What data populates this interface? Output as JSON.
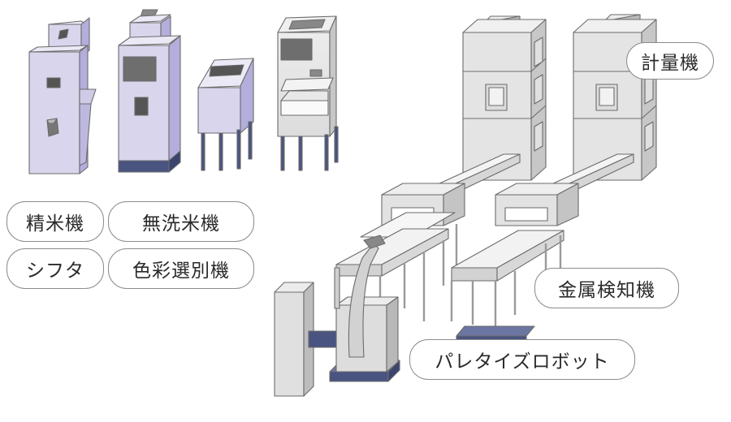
{
  "labels": {
    "weigher": "計量機",
    "rice_polisher": "精米機",
    "wash_free_rice_machine": "無洗米機",
    "sifter": "シフタ",
    "color_sorter": "色彩選別機",
    "metal_detector": "金属検知機",
    "palletizing_robot": "パレタイズロボット"
  },
  "colors": {
    "lavender_face": "#d9d5ec",
    "lavender_side": "#b3aedb",
    "navy_base": "#4a5481",
    "gray_face": "#e4e4e4",
    "gray_side": "#c7c7c7",
    "gray_dark": "#9a9a9a",
    "outline": "#6b6b6b"
  }
}
